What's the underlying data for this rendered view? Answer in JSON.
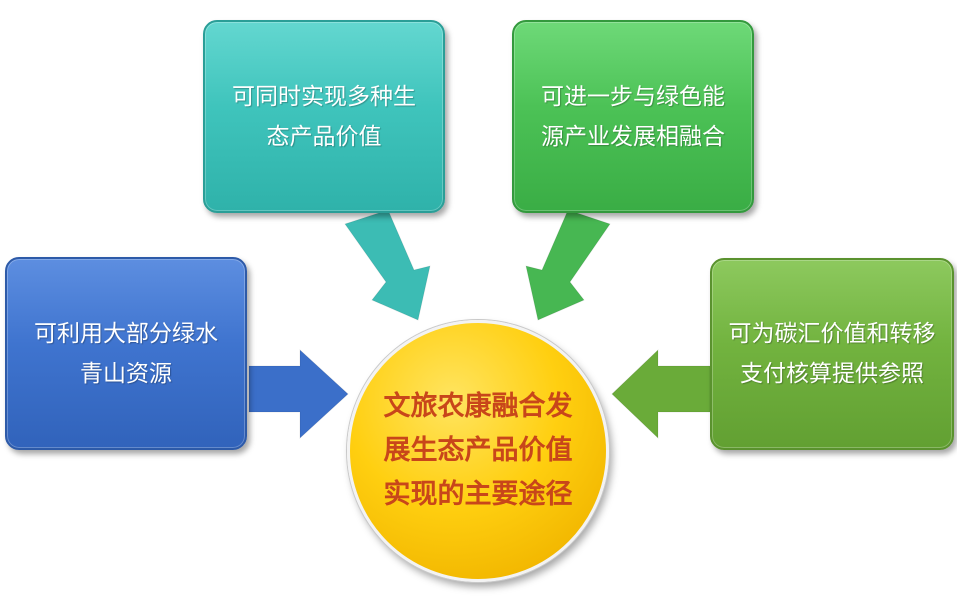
{
  "diagram": {
    "center": {
      "text": "文旅农康融合发展生态产品价值实现的主要途径",
      "color": "#c8461a"
    },
    "boxes": {
      "top_left": {
        "text": "可同时实现多种生态产品价值",
        "color": "#3fc4bc"
      },
      "top_right": {
        "text": "可进一步与绿色能源产业发展相融合",
        "color": "#4cc256"
      },
      "left": {
        "text": "可利用大部分绿水青山资源",
        "color": "#3f74cf"
      },
      "right": {
        "text": "可为碳汇价值和转移支付核算提供参照",
        "color": "#72b33f"
      }
    },
    "arrow_colors": {
      "top_left": "#3cbcb4",
      "top_right": "#47b752",
      "left": "#3b6fc9",
      "right": "#6aab39"
    }
  }
}
